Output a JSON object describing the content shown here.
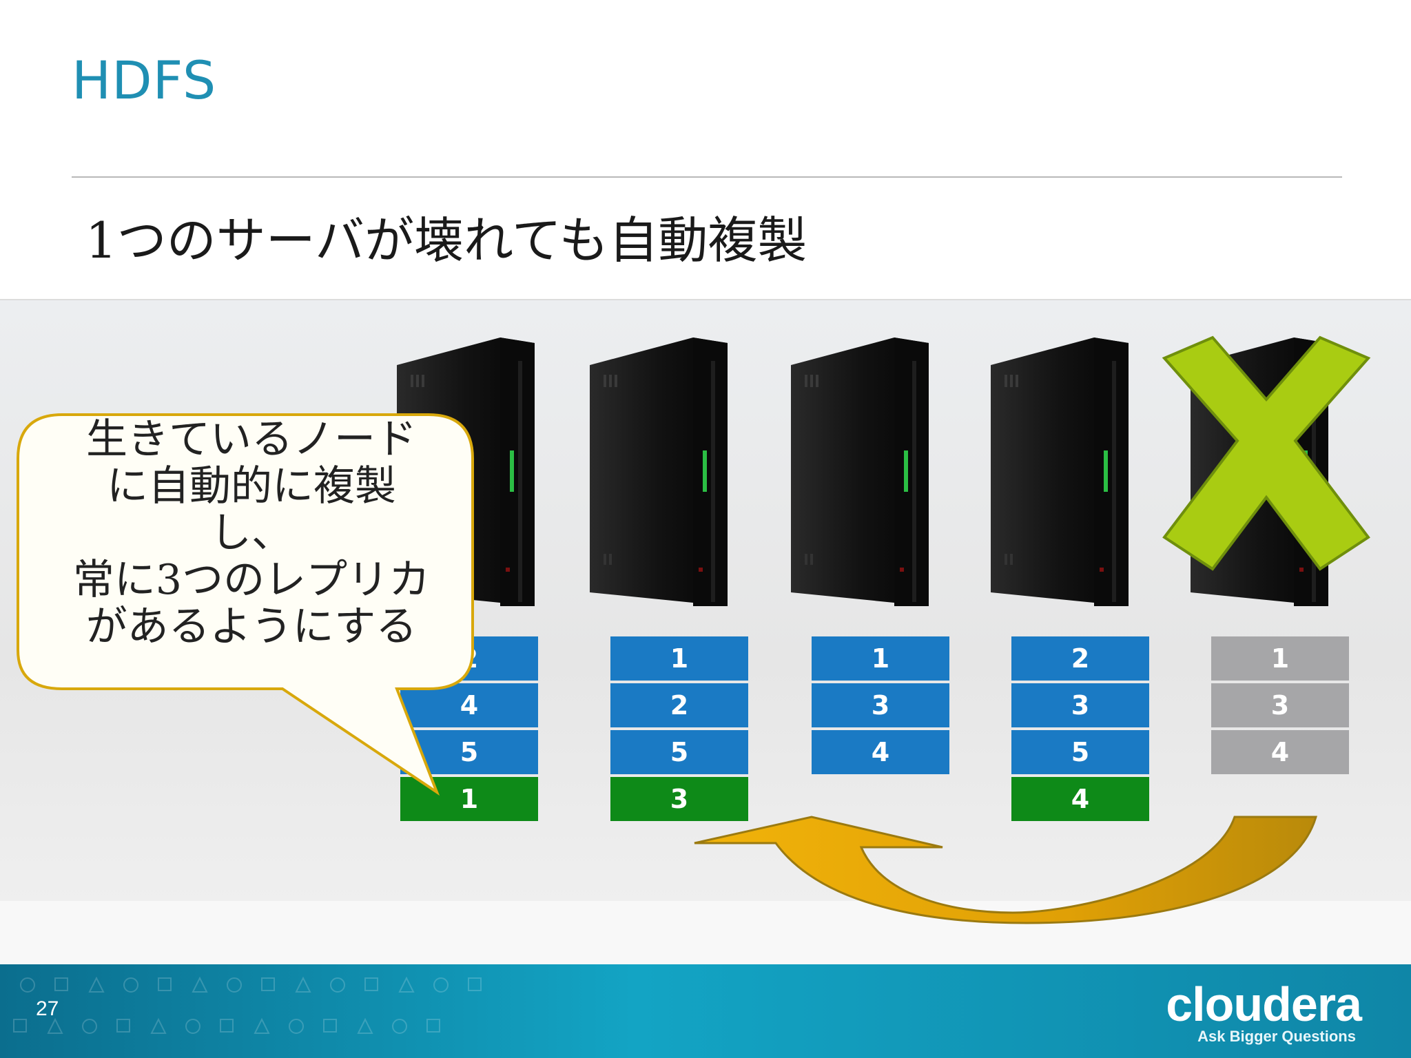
{
  "slide": {
    "title": "HDFS",
    "headline": "1つのサーバが壊れても自動複製",
    "page_number": "27"
  },
  "callout": {
    "lines": [
      "生きているノード",
      "に自動的に複製",
      "し、",
      "常に3つのレプリカ",
      "があるようにする"
    ]
  },
  "servers": [
    {
      "status": "live",
      "blocks": [
        {
          "label": "2",
          "kind": "blue"
        },
        {
          "label": "4",
          "kind": "blue"
        },
        {
          "label": "5",
          "kind": "blue"
        },
        {
          "label": "1",
          "kind": "green"
        }
      ]
    },
    {
      "status": "live",
      "blocks": [
        {
          "label": "1",
          "kind": "blue"
        },
        {
          "label": "2",
          "kind": "blue"
        },
        {
          "label": "5",
          "kind": "blue"
        },
        {
          "label": "3",
          "kind": "green"
        }
      ]
    },
    {
      "status": "live",
      "blocks": [
        {
          "label": "1",
          "kind": "blue"
        },
        {
          "label": "3",
          "kind": "blue"
        },
        {
          "label": "4",
          "kind": "blue"
        }
      ]
    },
    {
      "status": "live",
      "blocks": [
        {
          "label": "2",
          "kind": "blue"
        },
        {
          "label": "3",
          "kind": "blue"
        },
        {
          "label": "5",
          "kind": "blue"
        },
        {
          "label": "4",
          "kind": "green"
        }
      ]
    },
    {
      "status": "failed",
      "blocks": [
        {
          "label": "1",
          "kind": "gray"
        },
        {
          "label": "3",
          "kind": "gray"
        },
        {
          "label": "4",
          "kind": "gray"
        }
      ]
    }
  ],
  "colors": {
    "block_blue": "#1a7ac4",
    "block_green": "#0e8a18",
    "block_gray": "#a6a6a8",
    "fail_mark": "#a9cc12",
    "arrow": "#e3a408",
    "title": "#1f8fb3"
  },
  "brand": {
    "name": "cloudera",
    "tagline": "Ask Bigger Questions"
  }
}
